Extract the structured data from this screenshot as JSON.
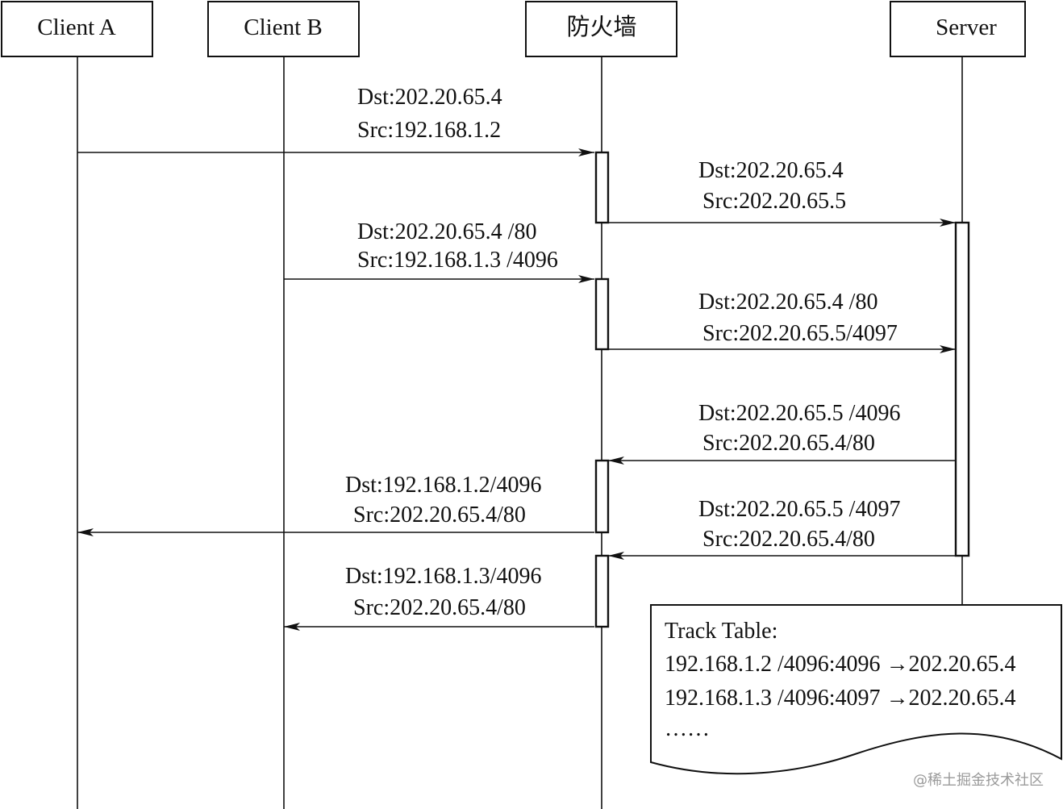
{
  "participants": [
    {
      "id": "clientA",
      "label": "Client A"
    },
    {
      "id": "clientB",
      "label": "Client B"
    },
    {
      "id": "firewall",
      "label": "防火墙"
    },
    {
      "id": "server",
      "label": "Server"
    }
  ],
  "messages": [
    {
      "from": "clientA",
      "to": "firewall",
      "dst": "Dst:202.20.65.4",
      "src": "Src:192.168.1.2"
    },
    {
      "from": "firewall",
      "to": "server",
      "dst": "Dst:202.20.65.4",
      "src": "Src:202.20.65.5"
    },
    {
      "from": "clientB",
      "to": "firewall",
      "dst": "Dst:202.20.65.4 /80",
      "src": "Src:192.168.1.3 /4096"
    },
    {
      "from": "firewall",
      "to": "server",
      "dst": "Dst:202.20.65.4 /80",
      "src": "Src:202.20.65.5/4097"
    },
    {
      "from": "server",
      "to": "firewall",
      "dst": "Dst:202.20.65.5 /4096",
      "src": "Src:202.20.65.4/80"
    },
    {
      "from": "firewall",
      "to": "clientA",
      "dst": "Dst:192.168.1.2/4096",
      "src": "Src:202.20.65.4/80"
    },
    {
      "from": "server",
      "to": "firewall",
      "dst": "Dst:202.20.65.5 /4097",
      "src": "Src:202.20.65.4/80"
    },
    {
      "from": "firewall",
      "to": "clientB",
      "dst": "Dst:192.168.1.3/4096",
      "src": "Src:202.20.65.4/80"
    }
  ],
  "track_table": {
    "title": "Track Table:",
    "rows": [
      "192.168.1.2 /4096:4096 →202.20.65.4",
      "192.168.1.3 /4096:4097 →202.20.65.4",
      "……"
    ]
  },
  "watermark": "@稀土掘金技术社区"
}
